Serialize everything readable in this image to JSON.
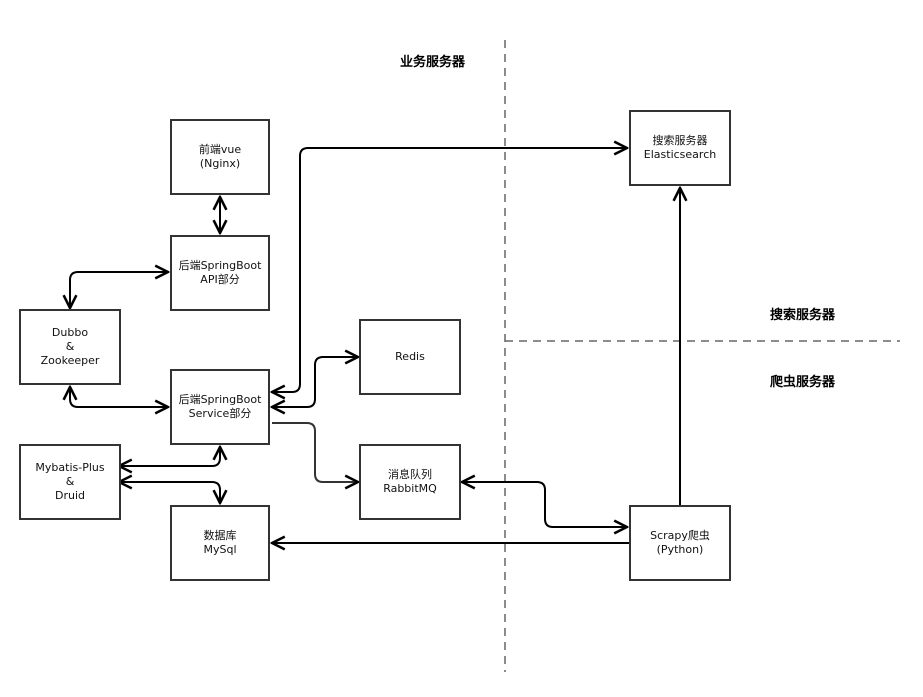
{
  "regions": {
    "business": "业务服务器",
    "search": "搜索服务器",
    "crawler": "爬虫服务器"
  },
  "nodes": {
    "frontend": [
      "前端vue",
      "(Nginx)"
    ],
    "api": [
      "后端SpringBoot",
      "API部分"
    ],
    "dubbo": [
      "Dubbo",
      "&",
      "Zookeeper"
    ],
    "service": [
      "后端SpringBoot",
      "Service部分"
    ],
    "mybatis": [
      "Mybatis-Plus",
      "&",
      "Druid"
    ],
    "mysql": [
      "数据库",
      "MySql"
    ],
    "redis": [
      "Redis"
    ],
    "mq": [
      "消息队列",
      "RabbitMQ"
    ],
    "es": [
      "搜索服务器",
      "Elasticsearch"
    ],
    "scrapy": [
      "Scrapy爬虫",
      "(Python)"
    ]
  },
  "colors": {
    "line": "#000000",
    "box_border": "#333333",
    "divider": "#666666"
  }
}
